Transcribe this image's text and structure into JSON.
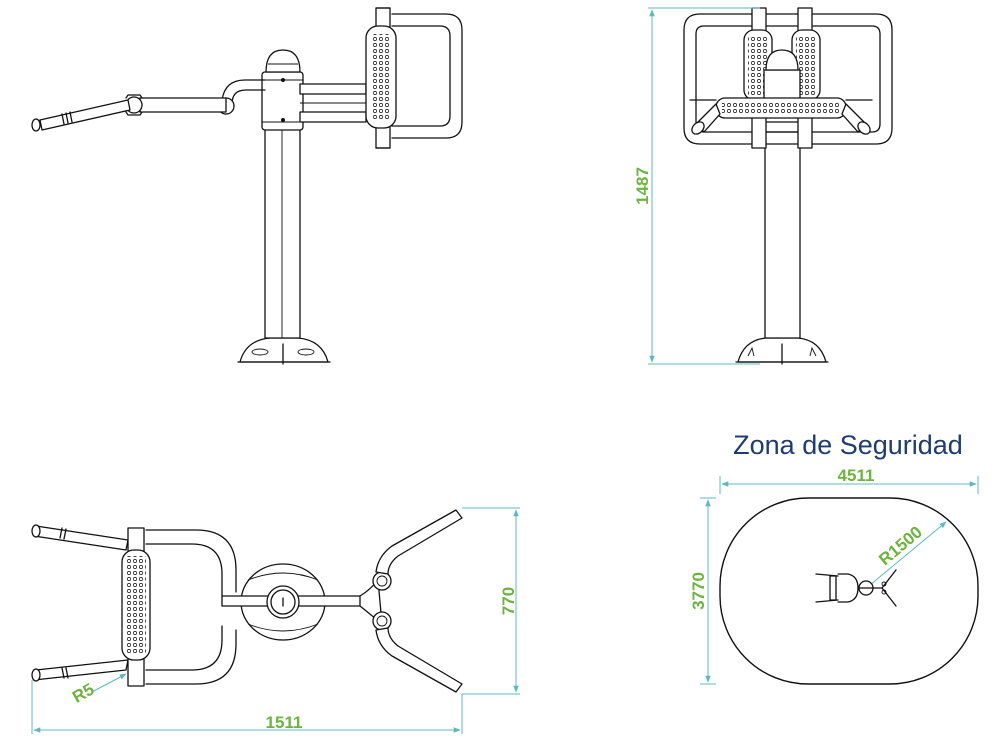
{
  "colors": {
    "dimension_text": "#6cb33f",
    "dimension_line": "#5fb8bd",
    "title": "#1f3b73",
    "drawing": "#111111",
    "safety_zone": "#ffffff"
  },
  "safety_zone": {
    "title": "Zona de Seguridad"
  },
  "dimensions": {
    "front_height": "1487",
    "top_width": "770",
    "top_length": "1511",
    "top_radius": "R5",
    "zone_width": "4511",
    "zone_depth": "3770",
    "zone_radius": "R1500"
  }
}
